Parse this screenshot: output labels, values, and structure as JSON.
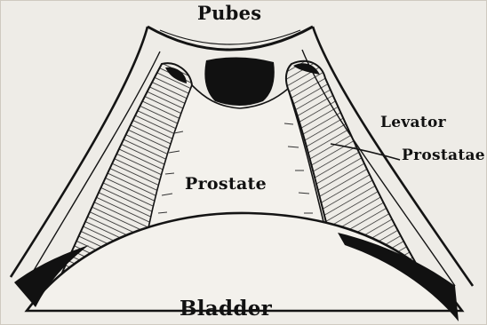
{
  "labels": {
    "pubes": "Pubes",
    "prostate": "Prostate",
    "levator_line1": "Levator",
    "levator_line2": "Prostatae",
    "bladder": "Bladder"
  },
  "colors": {
    "paper": "#eeece7",
    "ink": "#141414",
    "shade": "#2a2a2a"
  }
}
